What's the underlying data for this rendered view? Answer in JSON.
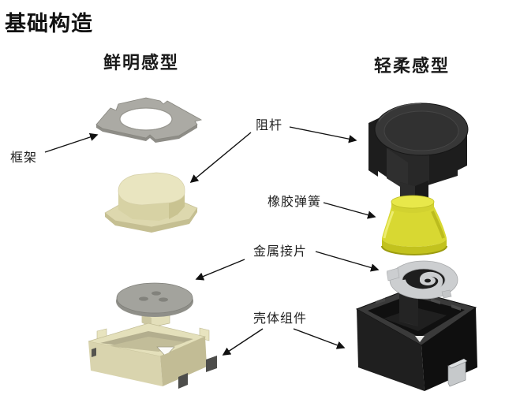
{
  "title": "基础构造",
  "sections": {
    "left_header": "鲜明感型",
    "right_header": "轻柔感型"
  },
  "labels": {
    "frame": "框架",
    "stem": "阻杆",
    "rubber_spring": "橡胶弹簧",
    "metal_contact": "金属接片",
    "housing": "壳体组件"
  },
  "icons": {
    "frame_part": "metal-frame-plate",
    "stem_left_part": "beige-plunger",
    "stem_right_part": "black-plunger-cap",
    "rubber_spring_part": "yellow-rubber-bell-spring",
    "metal_contact_left_part": "metal-dome-disc",
    "metal_contact_right_part": "metal-spiral-contact",
    "housing_left_part": "beige-housing-box",
    "housing_right_part": "black-housing-box"
  },
  "colors": {
    "background": "#ffffff",
    "text": "#1a1a1a",
    "metal_gray": "#abaaa4",
    "beige_part": "#d7d2a4",
    "black_part": "#1d1d1d",
    "rubber_yellow": "#d8d832",
    "contact_silver": "#ccced0",
    "arrow": "#111111"
  }
}
